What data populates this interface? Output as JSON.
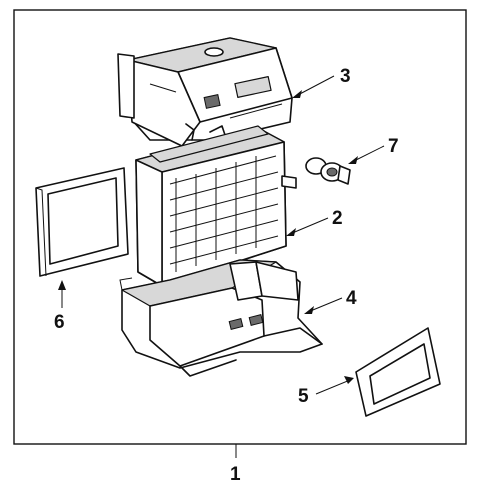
{
  "callouts": {
    "assembly": "1",
    "evaporator_core": "2",
    "upper_case": "3",
    "lower_case": "4",
    "seal_small": "5",
    "seal_large": "6",
    "valve": "7"
  },
  "colors": {
    "line": "#111111",
    "background": "#ffffff",
    "shading": "#d8d8d8"
  }
}
